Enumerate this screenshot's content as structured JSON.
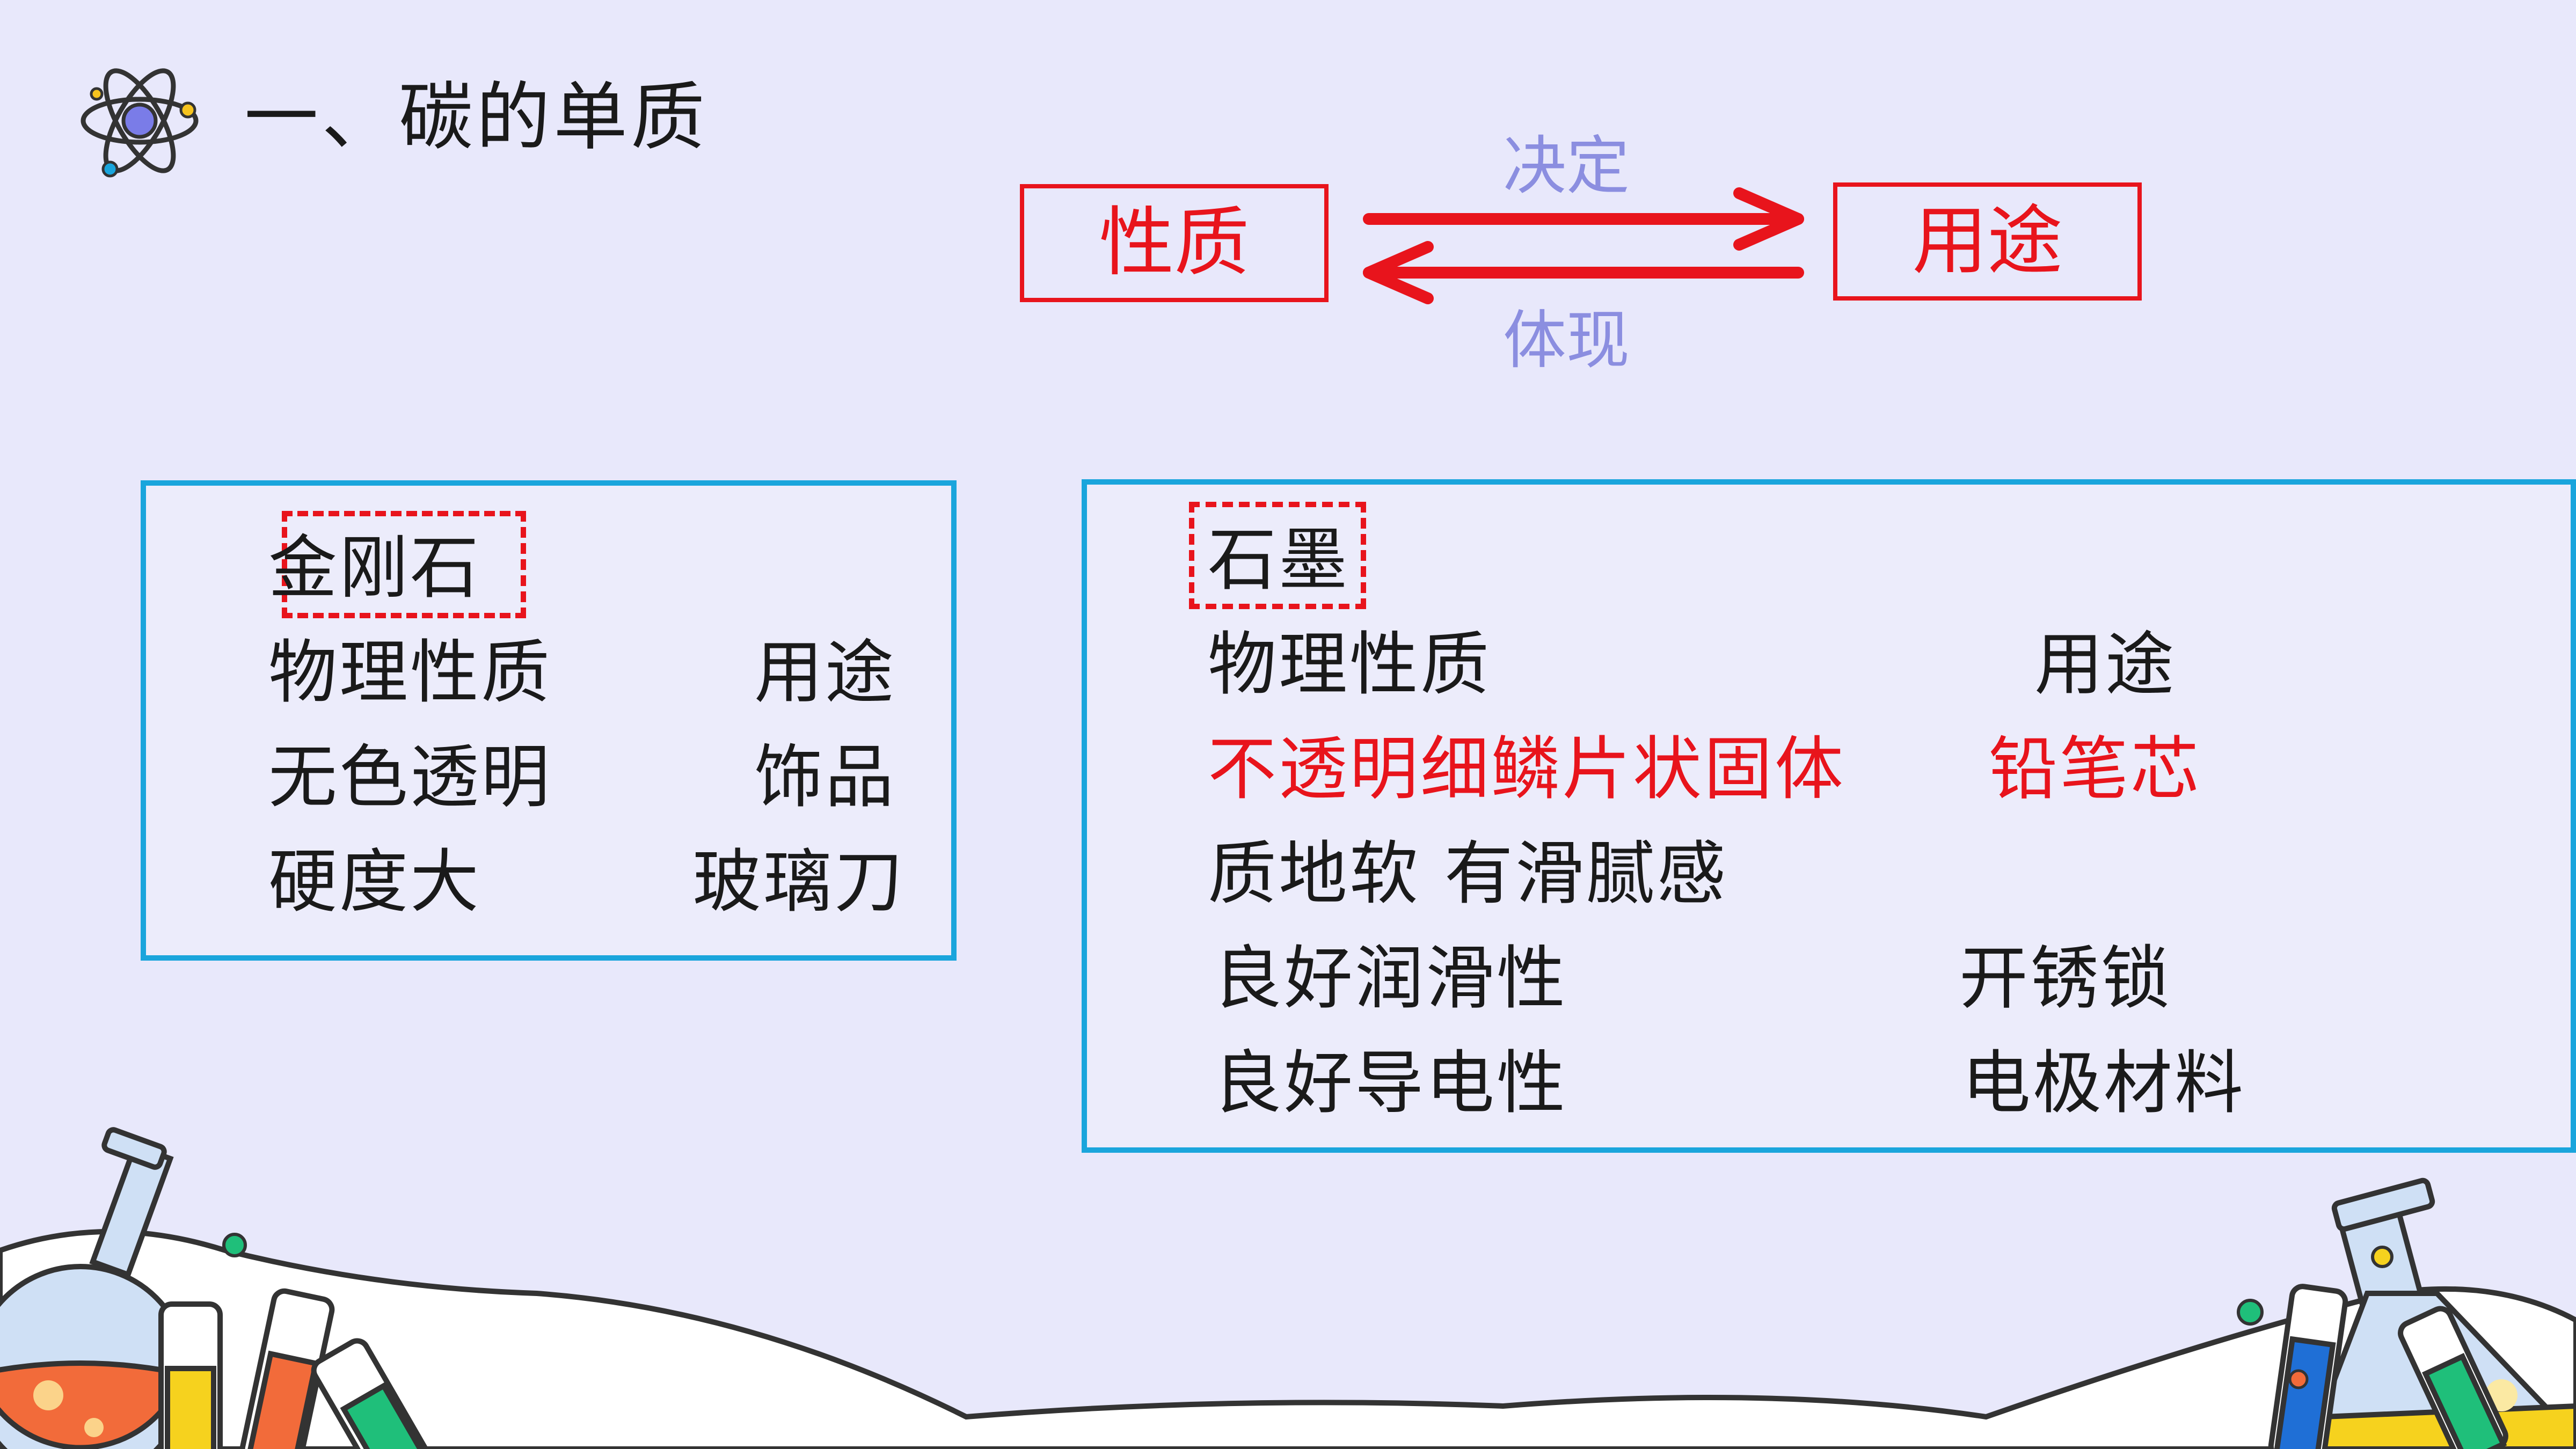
{
  "header": {
    "title": "一、碳的单质"
  },
  "relation": {
    "left": "性质",
    "right": "用途",
    "top_label": "决定",
    "bottom_label": "体现"
  },
  "diamond": {
    "name": "金刚石",
    "col1_header": "物理性质",
    "col2_header": "用途",
    "rows": [
      {
        "prop": "无色透明",
        "use": "饰品"
      },
      {
        "prop": "硬度大",
        "use": "玻璃刀"
      }
    ]
  },
  "graphite": {
    "name": "石墨",
    "col1_header": "物理性质",
    "col2_header": "用途",
    "rows": [
      {
        "prop": "不透明细鳞片状固体",
        "use": "铅笔芯"
      },
      {
        "prop": "质地软  有滑腻感",
        "use": ""
      },
      {
        "prop": "良好润滑性",
        "use": "开锈锁"
      },
      {
        "prop": "良好导电性",
        "use": "电极材料"
      }
    ]
  },
  "colors": {
    "background": "#e8e8fb",
    "accent_red": "#e8141c",
    "panel_border": "#1aa5dc",
    "label_purple": "#8b8ee0"
  },
  "icons": [
    "atom-icon",
    "flask-decoration",
    "test-tube-decoration"
  ]
}
